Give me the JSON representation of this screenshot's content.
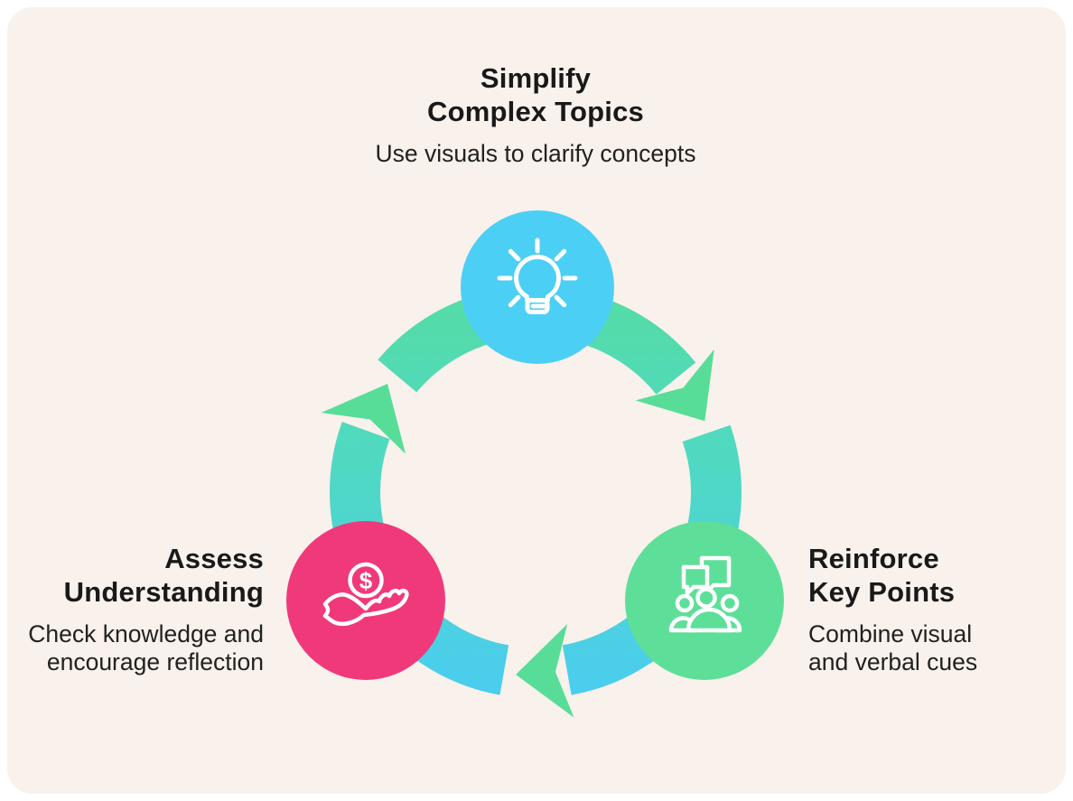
{
  "diagram": {
    "type": "cycle",
    "direction": "clockwise",
    "page_background": "#FFFFFF",
    "card_background": "#F9F1EB",
    "text_color": "#191919",
    "ring": {
      "gradient_top": "#58DD99",
      "gradient_middle": "#4FD9C3",
      "gradient_bottom": "#4ACBF5"
    },
    "nodes": [
      {
        "id": "simplify",
        "position": "top",
        "title_line1": "Simplify",
        "title_line2": "Complex Topics",
        "description_line1": "Use visuals to clarify concepts",
        "description_line2": "",
        "circle_color": "#4CCFF5",
        "icon": "lightbulb-icon",
        "icon_color": "#FFFFFF"
      },
      {
        "id": "reinforce",
        "position": "right",
        "title_line1": "Reinforce",
        "title_line2": "Key Points",
        "description_line1": "Combine visual",
        "description_line2": "and verbal cues",
        "circle_color": "#5EDF99",
        "icon": "people-chat-icon",
        "icon_color": "#FFFFFF"
      },
      {
        "id": "assess",
        "position": "left",
        "title_line1": "Assess",
        "title_line2": "Understanding",
        "description_line1": "Check knowledge and",
        "description_line2": "encourage reflection",
        "circle_color": "#F0397A",
        "icon": "hand-coin-icon",
        "icon_color": "#FFFFFF",
        "coin_symbol": "$"
      }
    ]
  }
}
